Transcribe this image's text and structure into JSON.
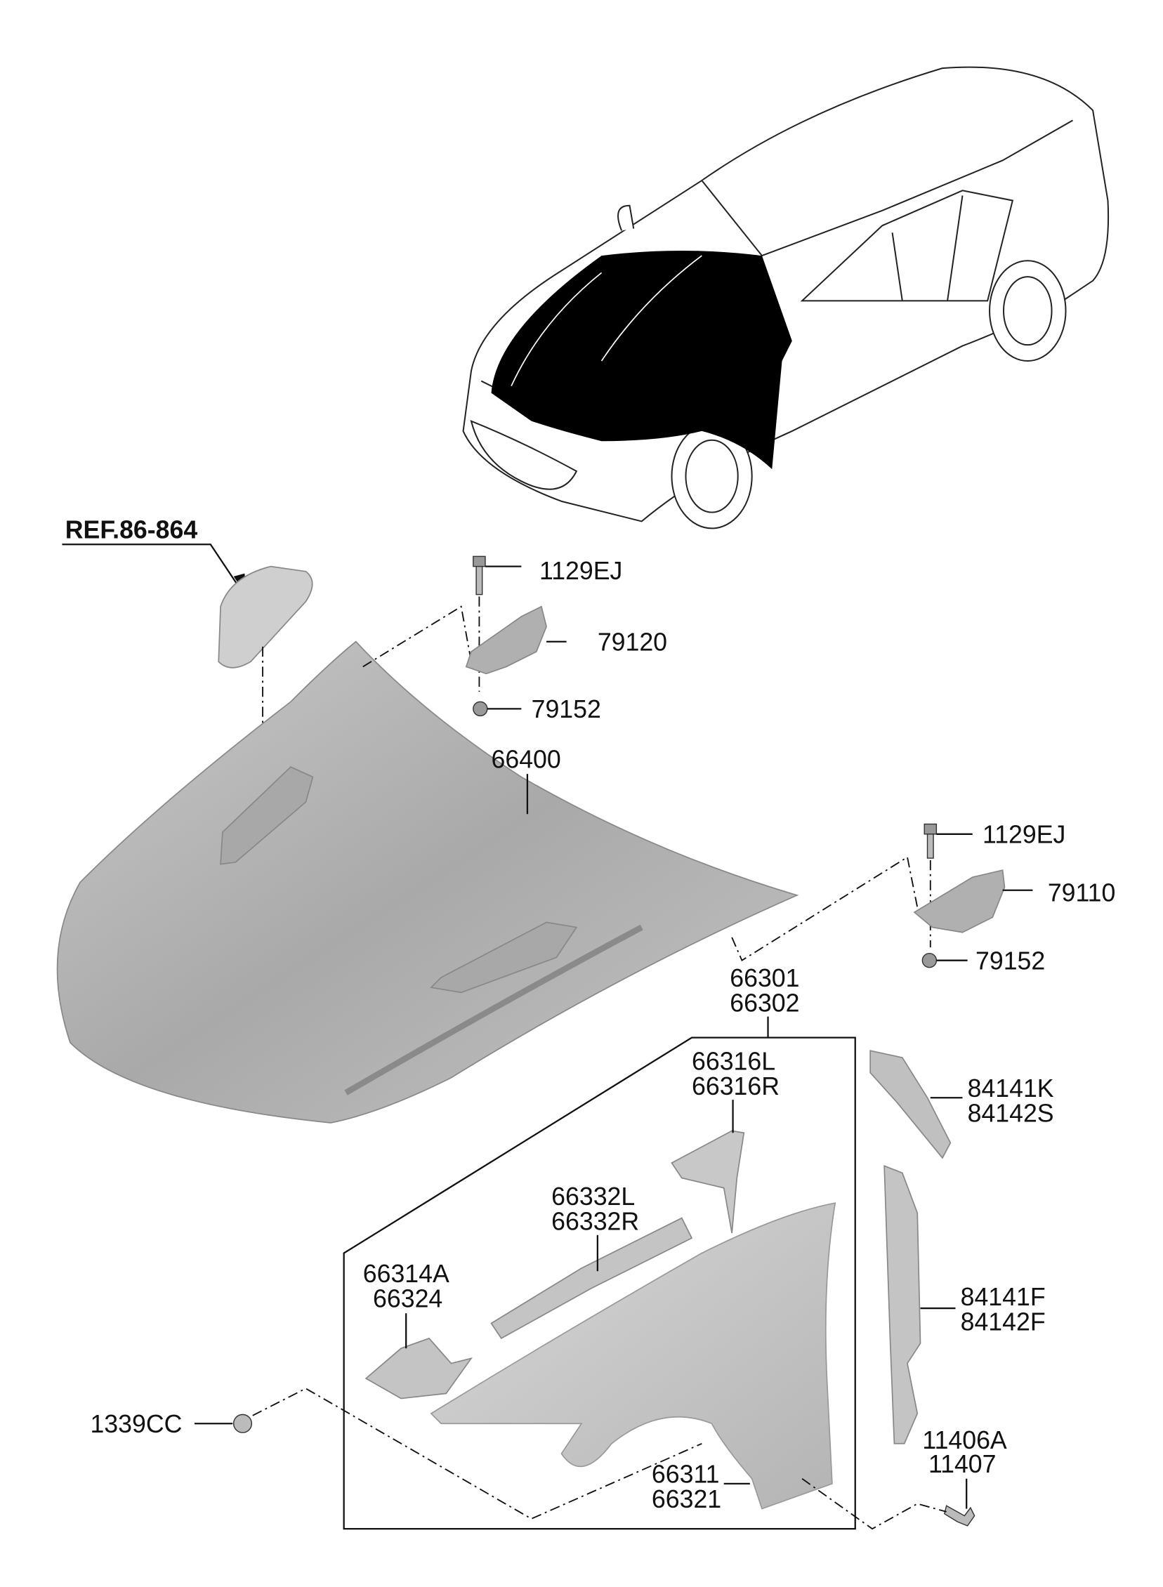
{
  "diagram": {
    "reference": "REF.86-864",
    "labels": {
      "bolt_upper_left": "1129EJ",
      "hinge_left": "79120",
      "bolt_lower_left": "79152",
      "hood_panel": "66400",
      "bolt_upper_right": "1129EJ",
      "hinge_right": "79110",
      "bolt_lower_right": "79152",
      "fender_assy_1": "66301",
      "fender_assy_2": "66302",
      "bracket_1": "66316L",
      "bracket_2": "66316R",
      "guard_upper_1": "84141K",
      "guard_upper_2": "84142S",
      "rail_1": "66332L",
      "rail_2": "66332R",
      "guard_lower_1": "84141F",
      "guard_lower_2": "84142F",
      "front_bracket_1": "66314A",
      "front_bracket_2": "66324",
      "nut": "1339CC",
      "bolt_fender_1": "11406A",
      "bolt_fender_2": "11407",
      "fender_1": "66311",
      "fender_2": "66321"
    },
    "colors": {
      "highlight": "#000000",
      "part_fill": "#b8b8b8",
      "line": "#111111"
    }
  }
}
